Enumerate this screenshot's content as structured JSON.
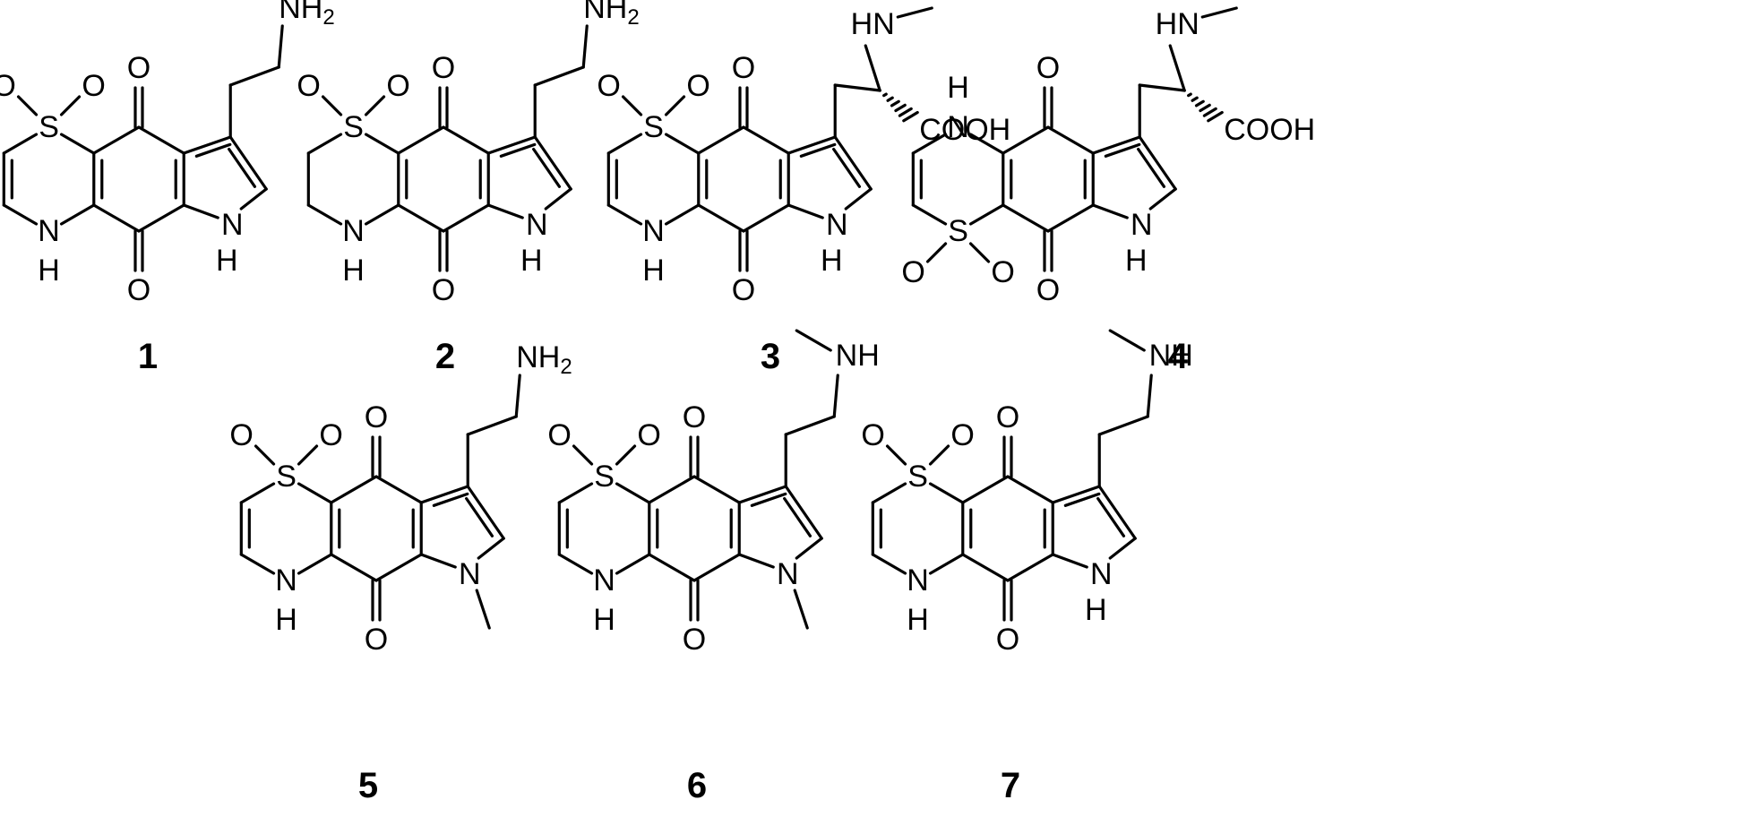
{
  "figure": {
    "compounds": [
      {
        "label": "1",
        "top_group": "NH2",
        "ring_variant": "thiazine-ene",
        "n_methyl": false
      },
      {
        "label": "2",
        "top_group": "NH2",
        "ring_variant": "thiazine-saturated",
        "n_methyl": false
      },
      {
        "label": "3",
        "top_group": "amino-acid",
        "ring_variant": "thiazine-ene",
        "n_methyl": false
      },
      {
        "label": "4",
        "top_group": "amino-acid",
        "ring_variant": "thiazine-ene-flipped",
        "n_methyl": false
      },
      {
        "label": "5",
        "top_group": "NH2",
        "ring_variant": "thiazine-ene",
        "n_methyl": true
      },
      {
        "label": "6",
        "top_group": "NHMe",
        "ring_variant": "thiazine-ene",
        "n_methyl": true
      },
      {
        "label": "7",
        "top_group": "NHMe",
        "ring_variant": "thiazine-ene",
        "n_methyl": false
      }
    ],
    "atom_text": {
      "O": "O",
      "S": "S",
      "N": "N",
      "H": "H",
      "NH2": "NH",
      "sub2": "2",
      "NH": "NH",
      "HN": "HN",
      "COOH": "COOH"
    },
    "colors": {
      "ink": "#000000",
      "background": "#ffffff"
    }
  }
}
